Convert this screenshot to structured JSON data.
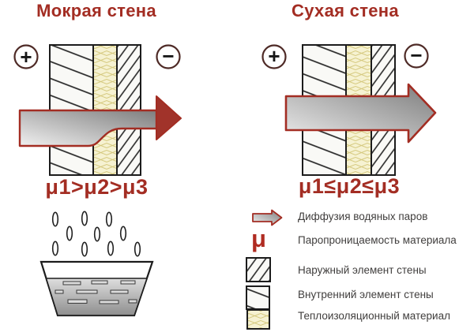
{
  "wet_panel": {
    "title": "Мокрая стена",
    "formula": "μ1>μ2>μ3",
    "plus_label": "+",
    "minus_label": "−"
  },
  "dry_panel": {
    "title": "Сухая стена",
    "formula": "μ1≤μ2≤μ3",
    "plus_label": "+",
    "minus_label": "−"
  },
  "legend": {
    "mu_symbol": "μ",
    "items": [
      {
        "icon": "diffusion-arrow-icon",
        "label": "Диффузия водяных паров"
      },
      {
        "icon": "mu-icon",
        "label": "Паропроницаемость материала"
      },
      {
        "icon": "outer-wall-hatch-icon",
        "label": "Наружный элемент стены"
      },
      {
        "icon": "inner-wall-hatch-icon",
        "label": "Внутренний элемент стены"
      },
      {
        "icon": "insulation-hatch-icon",
        "label": "Теплоизоляционный материал"
      }
    ]
  },
  "colors": {
    "accent_red": "#a32d23",
    "circle_outline": "#4e2a26",
    "wall_outline": "#1c1c1c",
    "insulation_fill": "#f6f2d2",
    "insulation_line": "#d5c97e"
  }
}
